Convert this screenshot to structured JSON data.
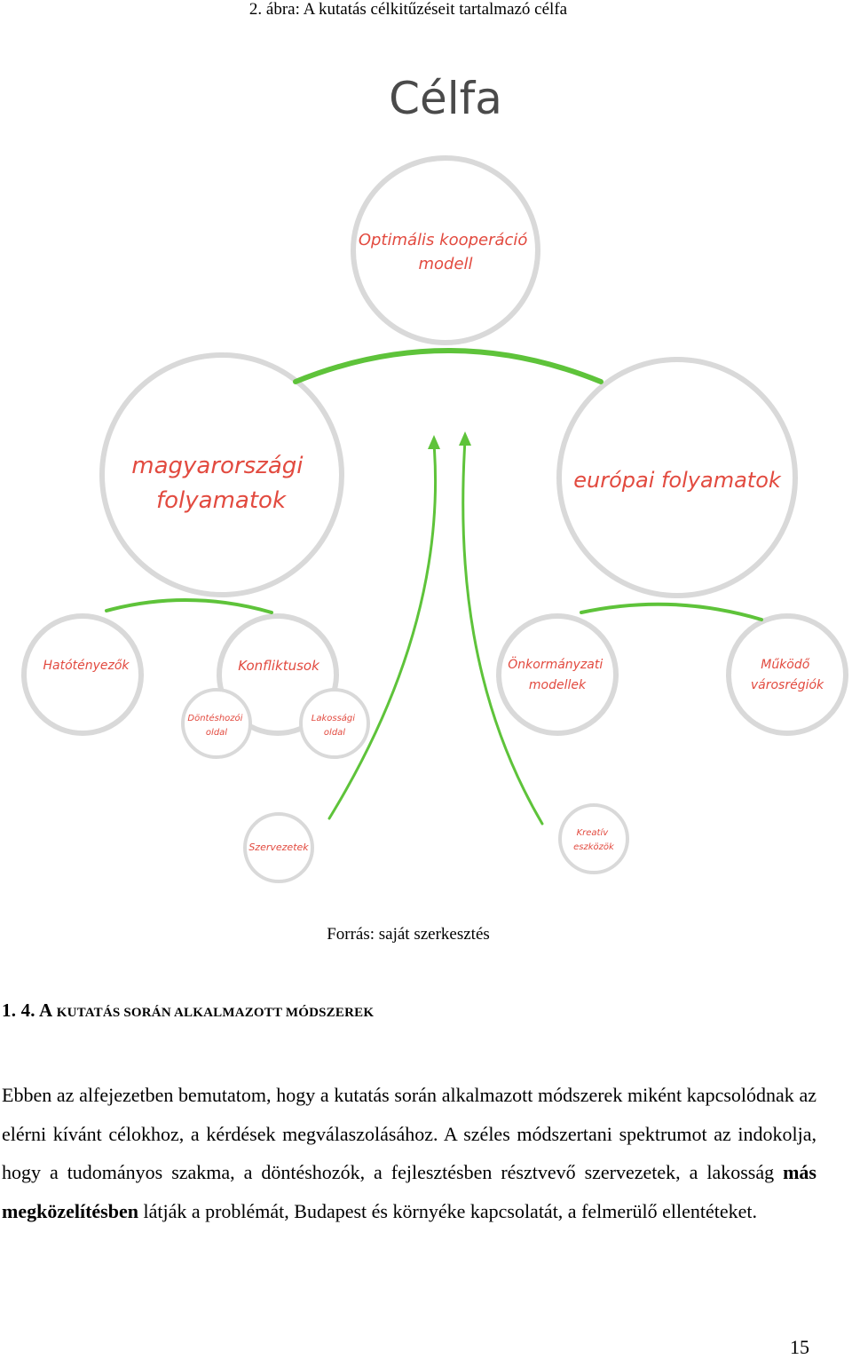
{
  "figure": {
    "caption": "2. ábra: A kutatás célkitűzéseit tartalmazó célfa",
    "title": "Célfa",
    "nodes": {
      "top": [
        "Optimális kooperáció",
        "modell"
      ],
      "left_big": [
        "magyarországi",
        "folyamatok"
      ],
      "right_big": [
        "európai folyamatok"
      ],
      "hatotenyezok": [
        "Hatótényezők"
      ],
      "konfliktusok": [
        "Konfliktusok"
      ],
      "donteshozoi": [
        "Döntéshozói",
        "oldal"
      ],
      "lakossagi": [
        "Lakossági",
        "oldal"
      ],
      "szervezetek": [
        "Szervezetek"
      ],
      "onkormanyzati": [
        "Önkormányzati",
        "modellek"
      ],
      "mukodo": [
        "Működő",
        "városrégiók"
      ],
      "kreativ": [
        "Kreatív",
        "eszközök"
      ]
    },
    "colors": {
      "circle": "#d9d9d9",
      "connector": "#5ec33a",
      "node_text": "#e24a3f",
      "title": "#4a4a4a"
    },
    "source": "Forrás: saját szerkesztés"
  },
  "section": {
    "number": "1. 4. ",
    "title_initial": "A ",
    "title_rest": "KUTATÁS SORÁN ALKALMAZOTT MÓDSZEREK"
  },
  "paragraph": {
    "part1": "Ebben az alfejezetben bemutatom, hogy a kutatás során alkalmazott módszerek miként kapcsolódnak az elérni kívánt célokhoz, a kérdések megválaszolásához. A széles módszertani spektrumot az indokolja, hogy a tudományos szakma, a döntéshozók, a fejlesztésben résztvevő szervezetek, a lakosság ",
    "bold": "más megközelítésben",
    "part2": " látják a problémát, Budapest és környéke kapcsolatát, a felmerülő ellentéteket."
  },
  "page_number": "15"
}
